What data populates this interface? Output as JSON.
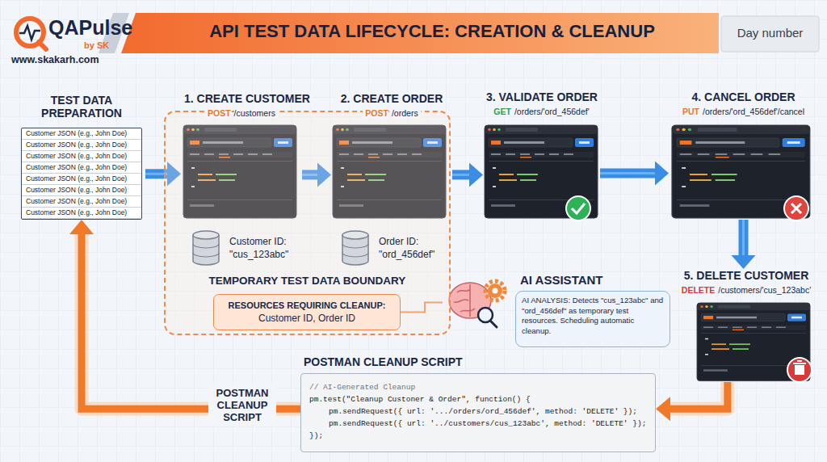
{
  "diagram": {
    "title": "API TEST DATA LIFECYCLE: CREATION & CLEANUP",
    "nodes": [
      {
        "text": [
          "TEST DATA PREPARATION",
          "Customer JSON (e.g., John Doe)",
          "Customer JSON (e.g., John Doe)",
          "Customer JSON (e.g., John Doe)",
          "Customer JSON (e.g., John Doe)",
          "Customer JSON (e.g., John Doe)",
          "Customer JSON (e.g., John Doe)",
          "Customer JSON (e.g., John Doe)",
          "Customer JSON (e.g., John Doe)"
        ]
      },
      {
        "text": [
          "TEMPORARY TEST DATA BOUNDARY"
        ]
      },
      {
        "text": [
          "1. CREATE CUSTOMER",
          "POST",
          "/customers"
        ],
        "in": 1
      },
      {
        "text": [
          "Customer ID: \"cus_123abc\""
        ],
        "in": 1
      },
      {
        "text": [
          "2. CREATE ORDER",
          "POST",
          "/orders"
        ],
        "in": 1
      },
      {
        "text": [
          "Order ID: \"ord_456def\""
        ],
        "in": 1
      },
      {
        "text": [
          "RESOURCES REQUIRING CLEANUP:",
          "Customer ID, Order ID"
        ],
        "in": 1
      },
      {
        "text": [
          "3. VALIDATE ORDER",
          "GET",
          "/orders/'ord_456def'"
        ]
      },
      {
        "text": [
          "4. CANCEL ORDER",
          "PUT",
          "/orders/'ord_456def'/cancel"
        ]
      },
      {
        "text": [
          "5. DELETE CUSTOMER",
          "DELETE",
          "/customers/'cus_123abc'"
        ]
      },
      {
        "text": [
          "AI ASSISTANT",
          "AI ANALYSIS: Detects \"cus_123abc\" and \"ord_456def\" as temporary test resources. Scheduling automatic cleanup."
        ]
      },
      {
        "text": [
          "POSTMAN CLEANUP SCRIPT",
          "// AI-Generated Cleanup",
          "pm.test(\"Cleanup Custoner & Order\", function() {",
          "pm.sendRequest({ url: '.../orders/ord_456def', method: 'DELETE' });",
          "pm.sendRequest({ url: '../customers/cus_123abc', method: 'DELETE' });",
          "});"
        ]
      }
    ],
    "edges": [
      {
        "from": 0,
        "to": 2,
        "arrow": "to"
      },
      {
        "from": 2,
        "to": 4,
        "arrow": "to"
      },
      {
        "from": 4,
        "to": 7,
        "arrow": "to"
      },
      {
        "from": 7,
        "to": 8,
        "arrow": "to"
      },
      {
        "from": 8,
        "to": 9,
        "arrow": "to"
      },
      {
        "from": 9,
        "to": 11,
        "arrow": "to"
      },
      {
        "from": 11,
        "to": 0,
        "arrow": "to"
      },
      {
        "from": 6,
        "to": 10,
        "arrow": "none"
      }
    ],
    "labels": [
      "QAPulse",
      "by SK",
      "www.skakarh.com",
      "Day number",
      "POSTMAN CLEANUP SCRIPT"
    ]
  }
}
